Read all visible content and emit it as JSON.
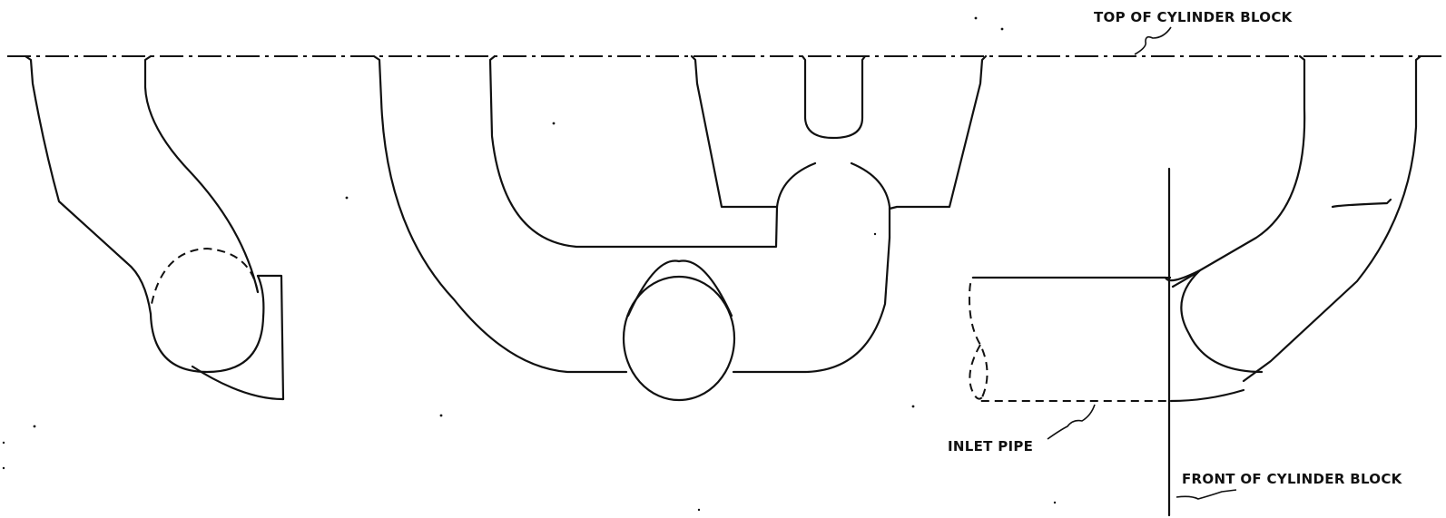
{
  "labels": {
    "top_of_block": "TOP OF CYLINDER BLOCK",
    "inlet_pipe": "INLET PIPE",
    "front_of_block": "FRONT OF CYLINDER BLOCK"
  },
  "colors": {
    "line": "#111111",
    "background": "#ffffff"
  }
}
